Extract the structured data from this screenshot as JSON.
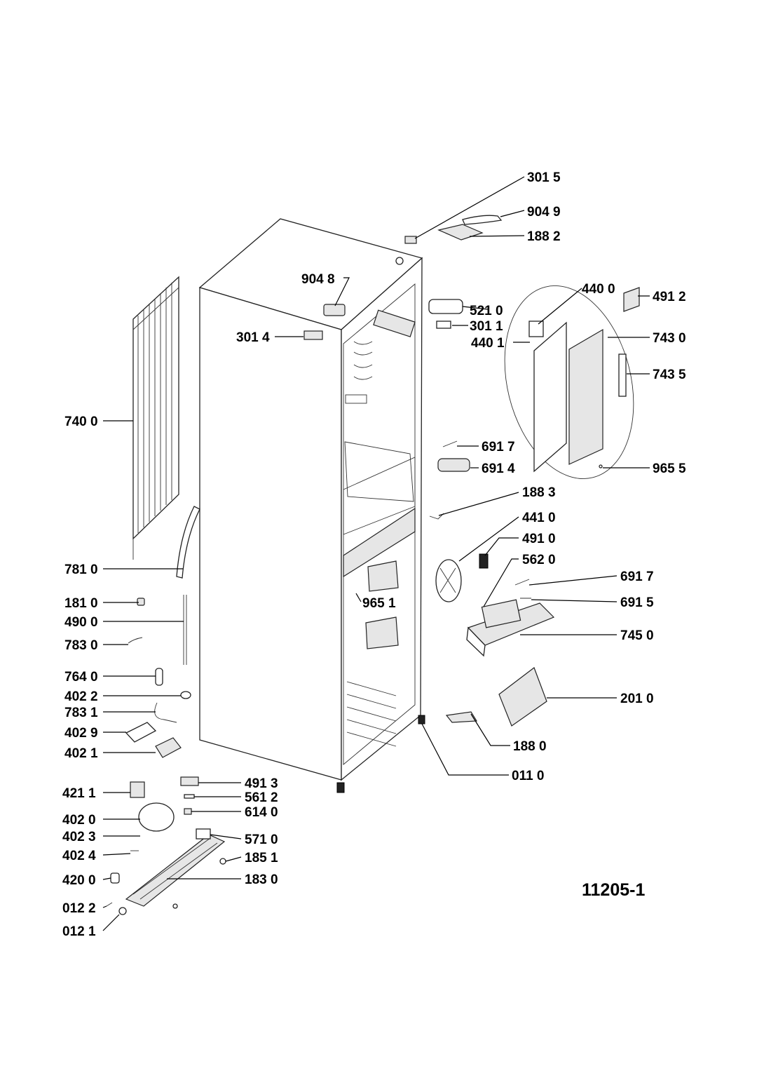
{
  "drawing_code": "11205-1",
  "part_labels": [
    "301 5",
    "904 9",
    "188 2",
    "904 8",
    "440 0",
    "491 2",
    "521 0",
    "301 1",
    "301 4",
    "440 1",
    "743 0",
    "743 5",
    "740 0",
    "691 7",
    "691 4",
    "965 5",
    "188 3",
    "441 0",
    "491 0",
    "562 0",
    "781 0",
    "691 7",
    "691 5",
    "181 0",
    "965 1",
    "490 0",
    "783 0",
    "745 0",
    "764 0",
    "402 2",
    "201 0",
    "783 1",
    "402 9",
    "188 0",
    "402 1",
    "011 0",
    "491 3",
    "421 1",
    "561 2",
    "614 0",
    "402 0",
    "402 3",
    "571 0",
    "402 4",
    "185 1",
    "420 0",
    "183 0",
    "012 2",
    "012 1"
  ],
  "icons": [
    "refrigerator-cabinet",
    "condenser",
    "fan-motor",
    "compressor",
    "evaporator-tray"
  ]
}
